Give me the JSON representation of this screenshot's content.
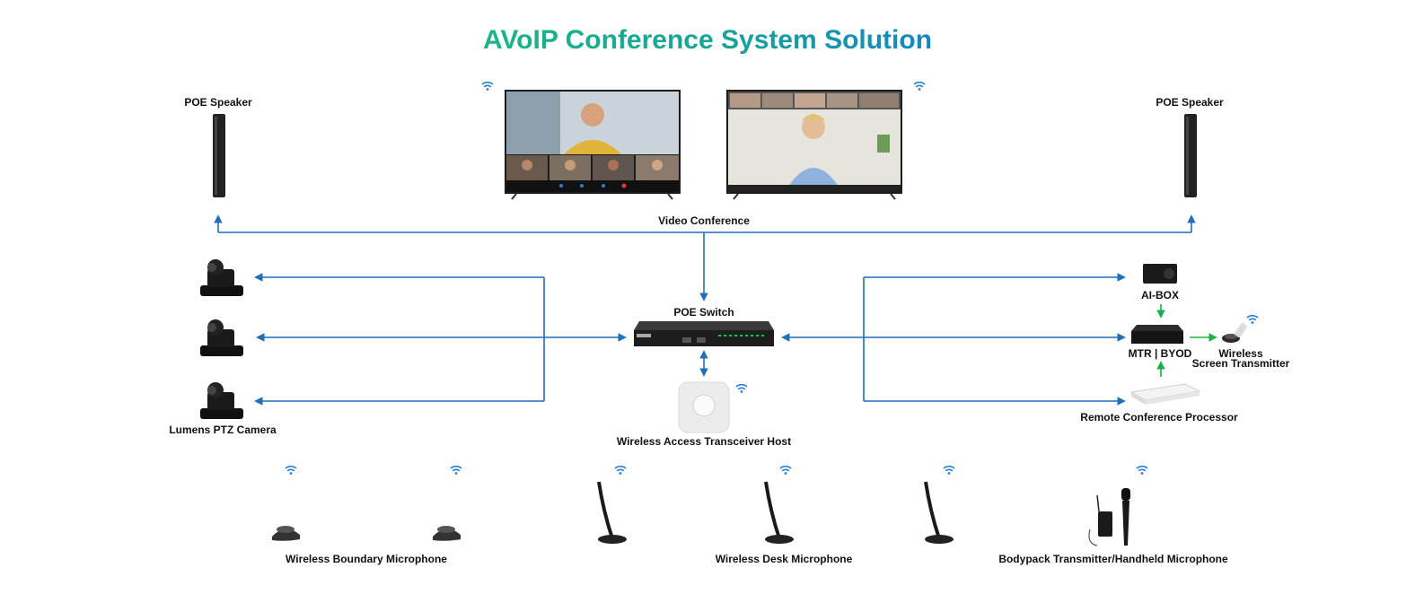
{
  "title": "AVoIP Conference System Solution",
  "labels": {
    "poe_speaker_left": "POE Speaker",
    "poe_speaker_right": "POE Speaker",
    "video_conference": "Video Conference",
    "poe_switch": "POE Switch",
    "wireless_access_host": "Wireless Access Transceiver Host",
    "ptz_camera": "Lumens PTZ Camera",
    "ai_box": "AI-BOX",
    "mtr_byod": "MTR | BYOD",
    "screen_transmitter_line1": "Wireless",
    "screen_transmitter_line2": "Screen Transmitter",
    "remote_processor": "Remote Conference Processor",
    "boundary_mic": "Wireless Boundary Microphone",
    "desk_mic": "Wireless Desk Microphone",
    "bodypack_mic": "Bodypack Transmitter/Handheld Microphone"
  },
  "colors": {
    "link": "#1f6fbd",
    "control_link": "#17b34a",
    "wifi": "#2a7fd0"
  },
  "icons": [
    "wifi-icon",
    "speaker",
    "tv-display",
    "ptz-camera",
    "network-switch",
    "access-point",
    "ai-box",
    "mini-pc",
    "wireless-dongle",
    "conference-processor",
    "boundary-microphone",
    "gooseneck-microphone",
    "bodypack-transmitter",
    "handheld-microphone"
  ]
}
